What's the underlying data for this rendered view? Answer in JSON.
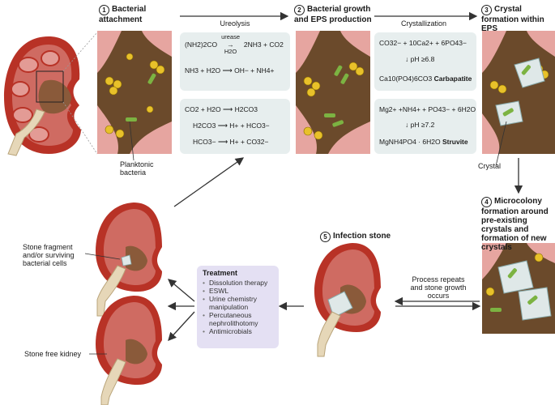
{
  "steps": {
    "s1": {
      "num": "1",
      "title": "Bacterial attachment"
    },
    "s2": {
      "num": "2",
      "title": "Bacterial growth and EPS production"
    },
    "s3": {
      "num": "3",
      "title": "Crystal formation within EPS"
    },
    "s4": {
      "num": "4",
      "title": "Microcolony formation around pre-existing crystals and formation of new crystals"
    },
    "s5": {
      "num": "5",
      "title": "Infection stone"
    }
  },
  "arrows": {
    "ureolysis": "Ureolysis",
    "crystallization": "Crystallization",
    "process_repeats": "Process repeats and stone growth occurs"
  },
  "labels": {
    "planktonic": "Planktonic bacteria",
    "crystal": "Crystal",
    "stone_fragment": "Stone fragment and/or surviving bacterial cells",
    "stone_free": "Stone free kidney"
  },
  "ureolysis_eqs": {
    "eq1_left": "(NH2)2CO",
    "eq1_enzyme": "urease",
    "eq1_water": "H2O",
    "eq1_right": "2NH3 + CO2",
    "eq2_left": "NH3 + H2O",
    "eq2_right": "OH− + NH4+",
    "eq3_left": "CO2 + H2O",
    "eq3_right": "H2CO3",
    "eq4_left": "H2CO3",
    "eq4_right": "H+ + HCO3−",
    "eq5_left": "HCO3−",
    "eq5_right": "H+ + CO32−"
  },
  "crystal_eqs": {
    "carb_reactants": "CO32− + 10Ca2+ + 6PO43−",
    "carb_ph": "pH ≥6.8",
    "carb_product": "Ca10(PO4)6CO3",
    "carb_name": "Carbapatite",
    "struv_reactants": "Mg2+ +NH4+ + PO43− + 6H2O",
    "struv_ph": "pH ≥7.2",
    "struv_product": "MgNH4PO4 · 6H2O",
    "struv_name": "Struvite"
  },
  "treatment": {
    "title": "Treatment",
    "items": [
      "Dissolution therapy",
      "ESWL",
      "Urine chemistry manipulation",
      "Percutaneous nephrolithotomy",
      "Antimicrobials"
    ]
  },
  "colors": {
    "kidney": "#c0392b",
    "kidney_inner": "#d98a84",
    "eps": "#6b4a2b",
    "bacteria": "#e8c12a",
    "rods": "#7cb342",
    "panel_bg": "#e7eeee",
    "treatment_bg": "#e4e0f3"
  }
}
